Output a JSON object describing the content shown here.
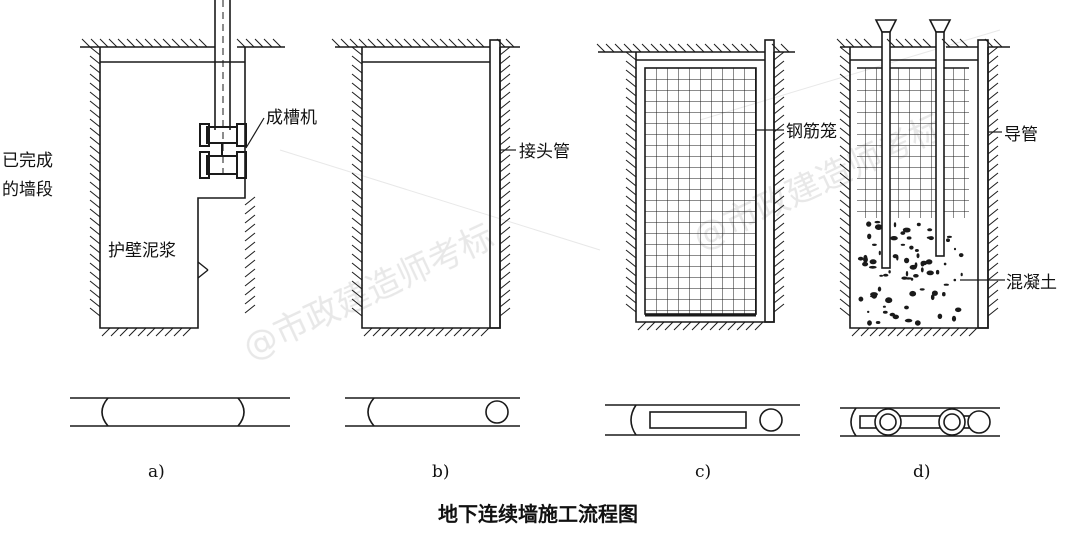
{
  "figure": {
    "caption": "地下连续墙施工流程图",
    "panels": [
      {
        "id": "a",
        "sublabel": "a)",
        "labels": {
          "machine": "成槽机",
          "completed_1": "已完成",
          "completed_2": "的墙段",
          "slurry": "护壁泥浆"
        }
      },
      {
        "id": "b",
        "sublabel": "b)",
        "labels": {
          "joint_pipe": "接头管"
        }
      },
      {
        "id": "c",
        "sublabel": "c)",
        "labels": {
          "rebar_cage": "钢筋笼"
        }
      },
      {
        "id": "d",
        "sublabel": "d)",
        "labels": {
          "tremie": "导管",
          "concrete": "混凝土"
        }
      }
    ]
  },
  "watermark": "@市政建造师考标",
  "colors": {
    "line": "#1a1a1a",
    "watermark": "#bdbdbd"
  }
}
